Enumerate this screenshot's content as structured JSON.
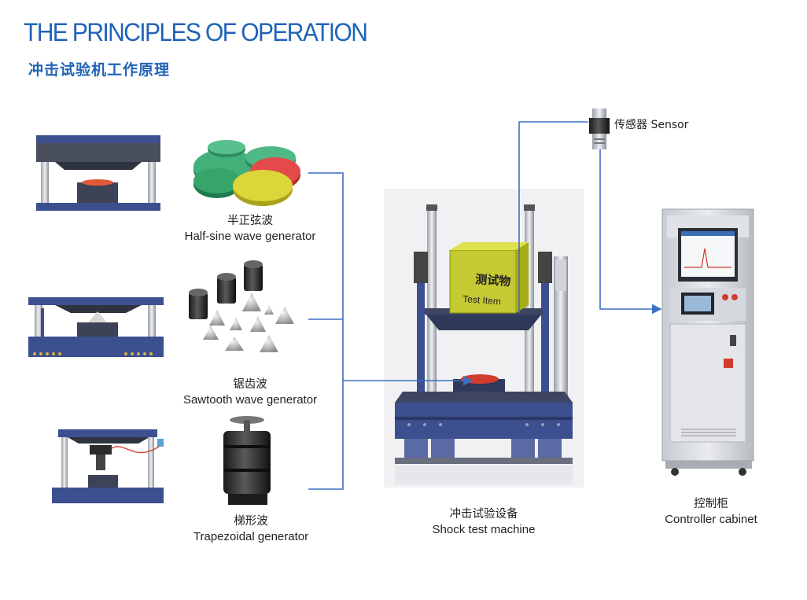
{
  "header": {
    "title": "THE PRINCIPLES OF OPERATION",
    "subtitle": "冲击试验机工作原理"
  },
  "generators": [
    {
      "name_cn": "半正弦波",
      "name_en": "Half-sine wave generator"
    },
    {
      "name_cn": "锯齿波",
      "name_en": "Sawtooth wave generator"
    },
    {
      "name_cn": "梯形波",
      "name_en": "Trapezoidal generator"
    }
  ],
  "machine": {
    "label_cn": "冲击试验设备",
    "label_en": "Shock test machine",
    "test_item_cn": "测试物",
    "test_item_en": "Test Item"
  },
  "sensor": {
    "label": "传感器 Sensor"
  },
  "controller": {
    "label_cn": "控制柜",
    "label_en": "Controller cabinet"
  },
  "colors": {
    "accent": "#1f63b8",
    "connector": "#3b6fc4",
    "machine_blue": "#3c4f8e",
    "test_item": "#c5c932"
  }
}
